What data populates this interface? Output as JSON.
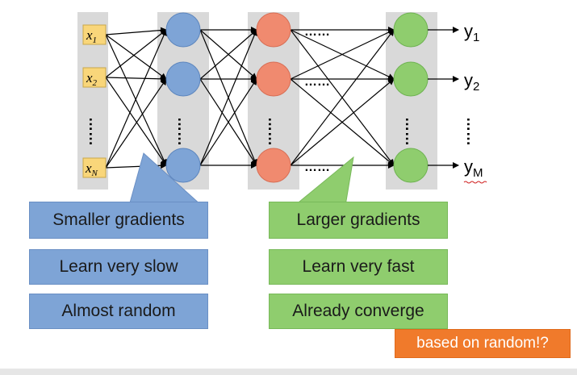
{
  "inputs": {
    "x1": {
      "base": "x",
      "sub": "1"
    },
    "x2": {
      "base": "x",
      "sub": "2"
    },
    "xN": {
      "base": "x",
      "sub": "N"
    }
  },
  "outputs": {
    "y1": {
      "base": "y",
      "sub": "1"
    },
    "y2": {
      "base": "y",
      "sub": "2"
    },
    "yM": {
      "base": "y",
      "sub": "M"
    }
  },
  "ellipsis_h": "……",
  "ellipsis_v": "……",
  "callouts": {
    "left": [
      "Smaller gradients",
      "Learn very slow",
      "Almost random"
    ],
    "right": [
      "Larger gradients",
      "Learn very fast",
      "Already converge"
    ],
    "note": "based on random!?"
  },
  "colors": {
    "column_bg": "#d9d9d9",
    "input_fill": "#f9d67a",
    "blue_node": "#7ea4d6",
    "orange_node": "#f08a6f",
    "green_node": "#8fcd6e",
    "note_bg": "#f07a2b"
  }
}
